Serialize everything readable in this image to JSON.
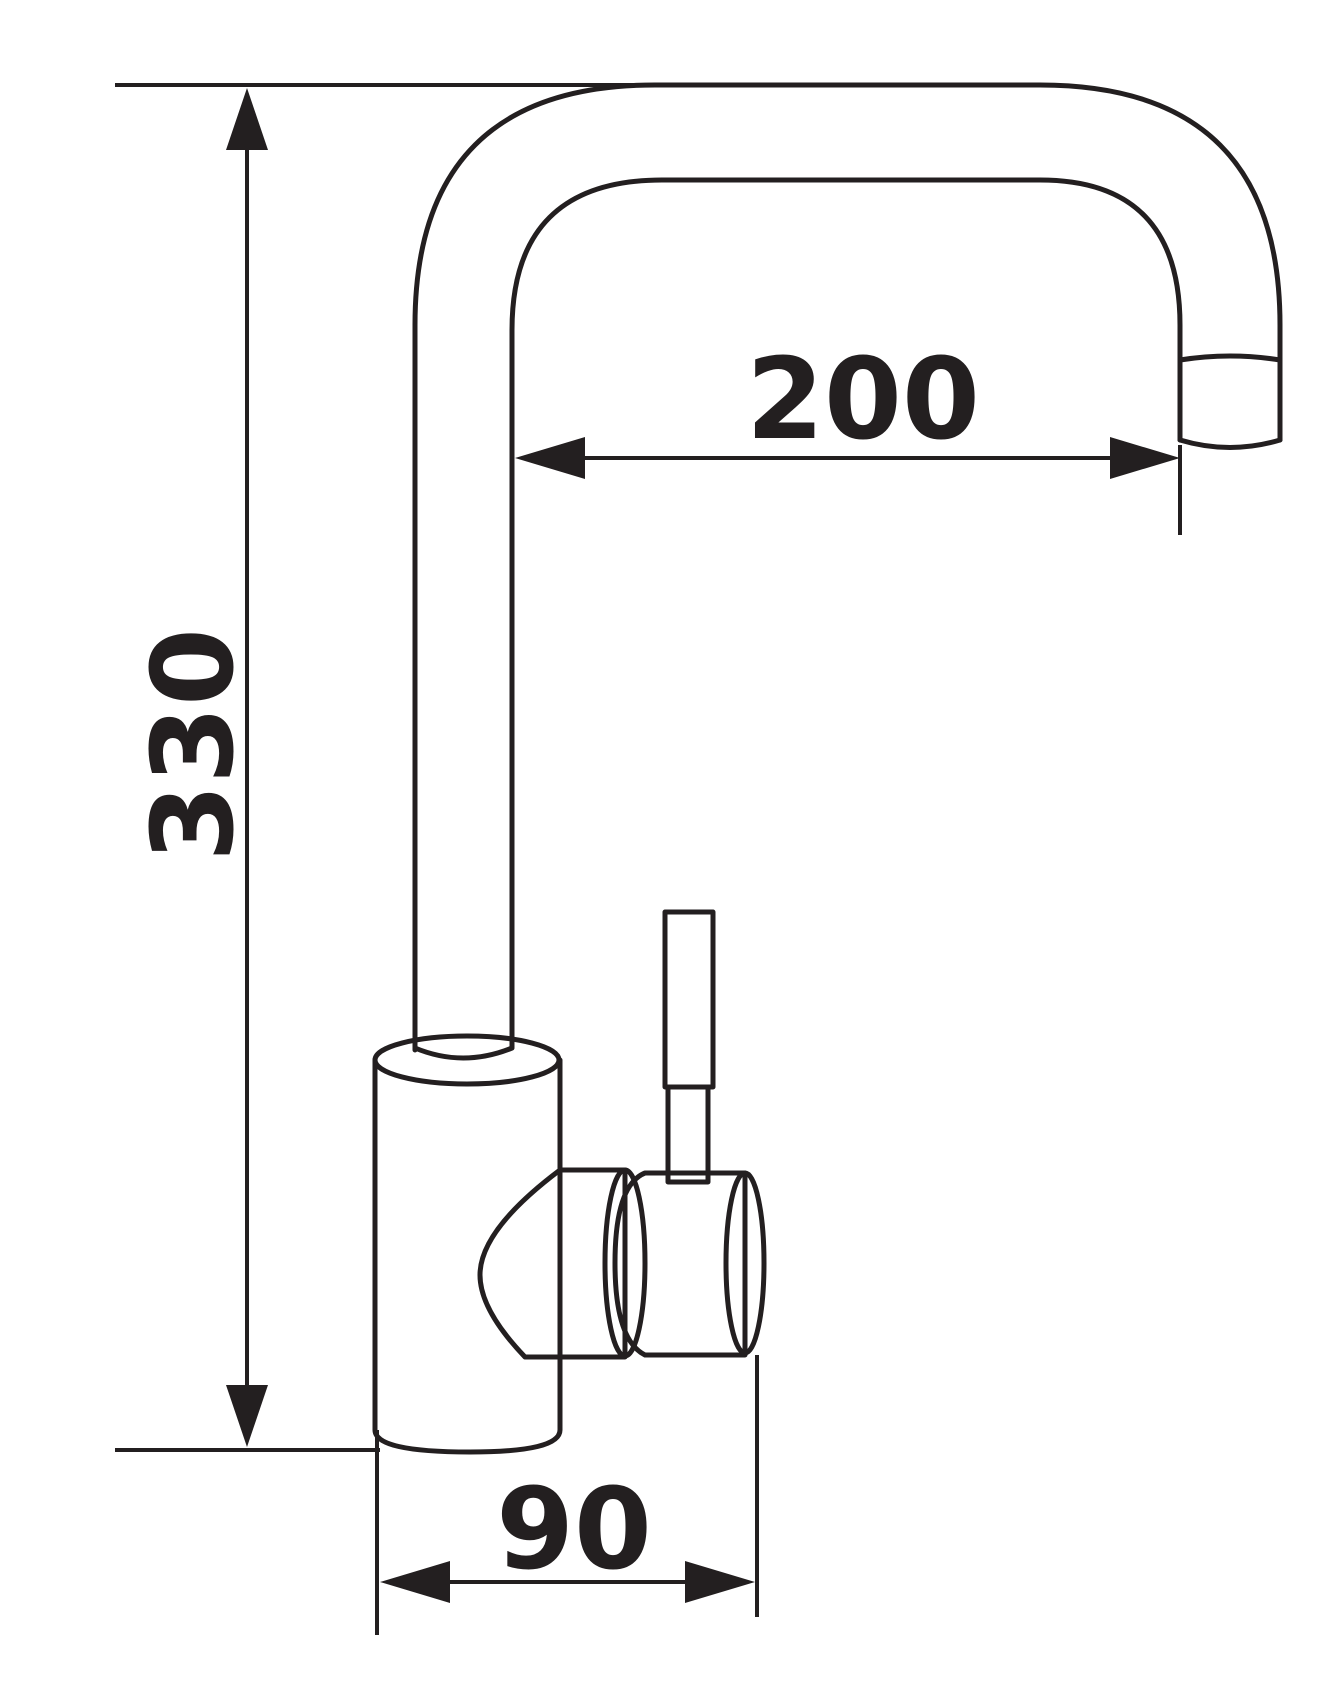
{
  "dimensions": {
    "height_label": "330",
    "spout_reach_label": "200",
    "base_width_label": "90"
  },
  "colors": {
    "line": "#231f20",
    "background": "#ffffff"
  }
}
